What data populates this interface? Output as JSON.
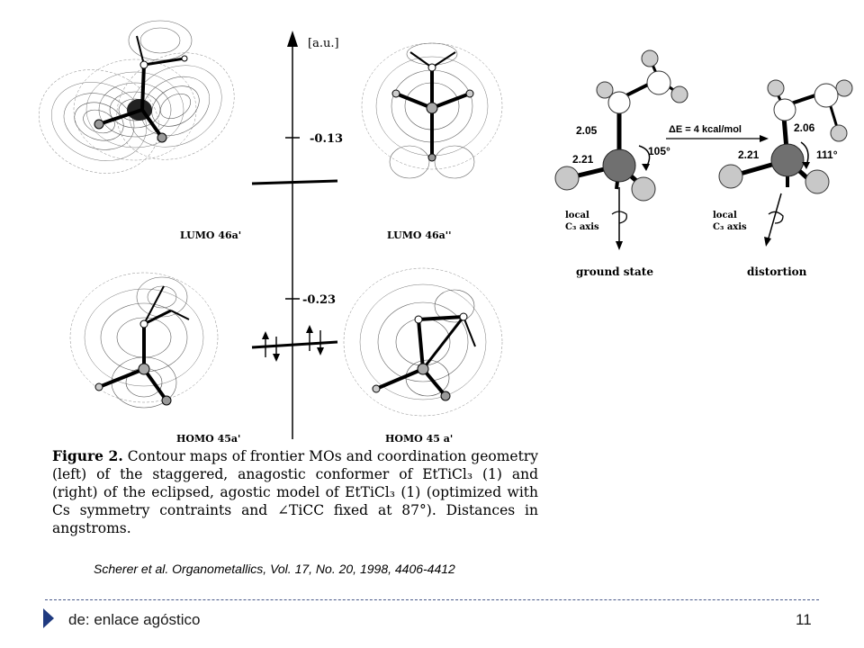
{
  "figure": {
    "axis_unit": "[a.u.]",
    "tick_upper": "-0.13",
    "tick_lower": "-0.23",
    "orbitals": {
      "lumo_left": "LUMO 46a'",
      "lumo_right": "LUMO 46a''",
      "homo_left": "HOMO 45a'",
      "homo_right": "HOMO 45 a'"
    },
    "caption": {
      "label": "Figure 2.",
      "text": "Contour maps of frontier MOs and coordination geometry (left) of the staggered, anagostic conformer of EtTiCl₃ (1) and (right) of the eclipsed, agostic model of EtTiCl₃ (1) (optimized with Cs symmetry contraints and ∠TiCC fixed at 87°). Distances in angstroms."
    }
  },
  "structures": {
    "energy_label": "ΔE = 4 kcal/mol",
    "ground": {
      "dist_top": "2.05",
      "dist_left": "2.21",
      "angle": "105°",
      "axis_label_1": "local",
      "axis_label_2": "C₃ axis",
      "caption": "ground state"
    },
    "distorted": {
      "dist_top": "2.06",
      "dist_left": "2.21",
      "angle": "111°",
      "axis_label_1": "local",
      "axis_label_2": "C₃ axis",
      "caption": "distortion"
    }
  },
  "citation": "Scherer et al. Organometallics, Vol. 17, No. 20, 1998, 4406-4412",
  "footer": {
    "title": "de: enlace agóstico",
    "page": "11"
  },
  "colors": {
    "accent": "#1f3a80",
    "atom_dark": "#707070",
    "atom_light": "#c8c8c8"
  }
}
